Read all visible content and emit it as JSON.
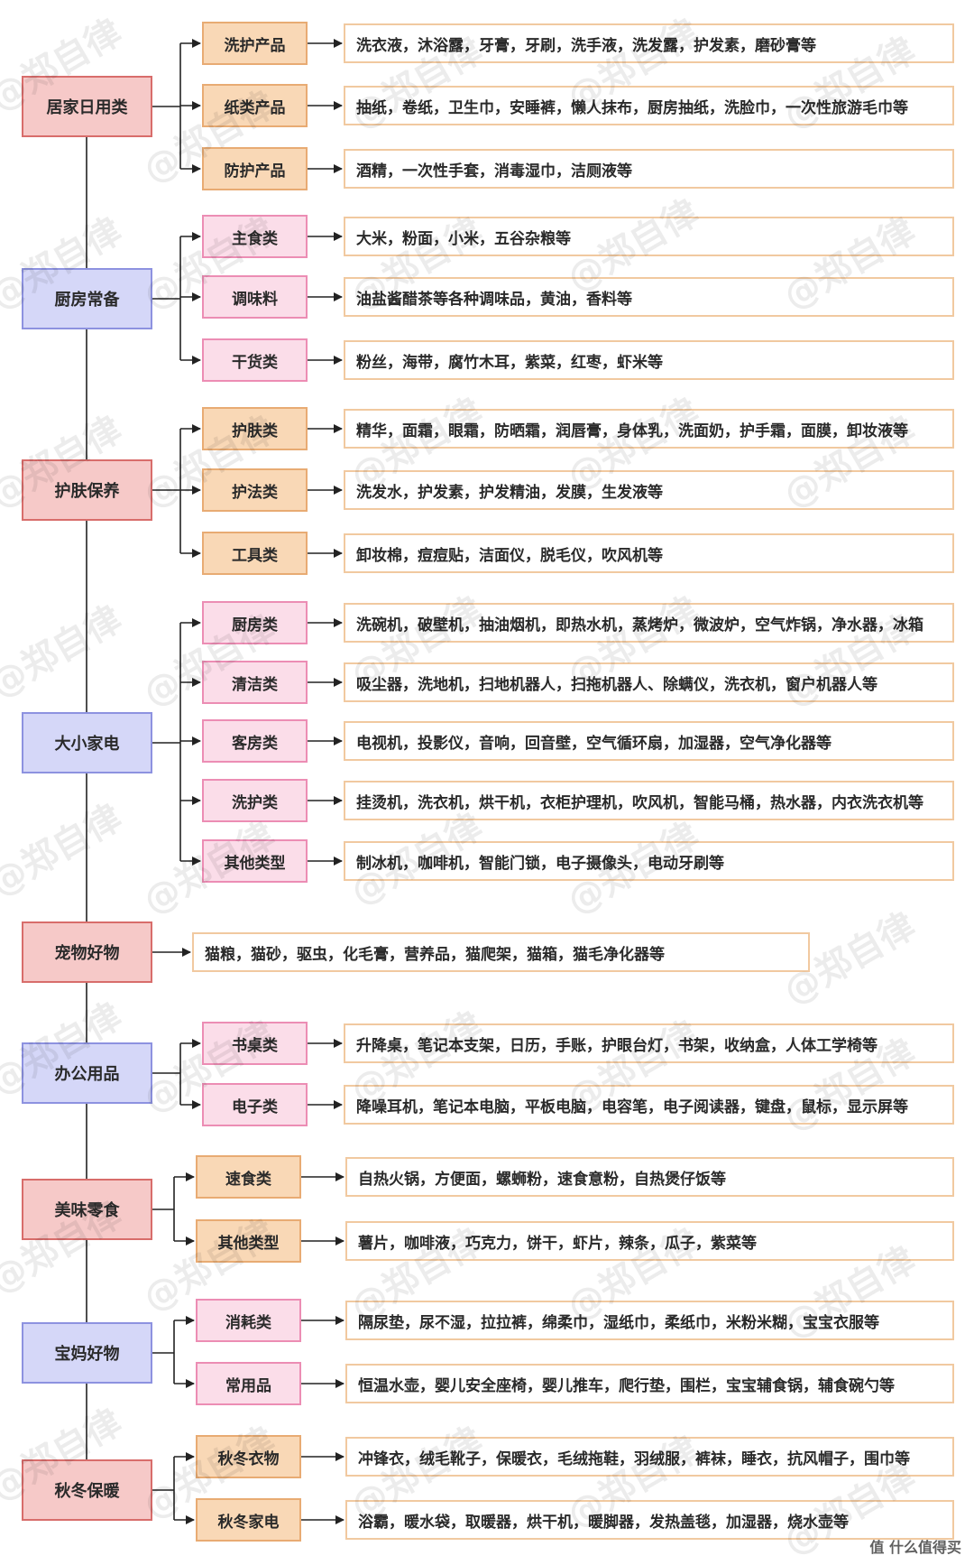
{
  "watermark": "@郑自律",
  "corner_watermark": "值 什么值得买",
  "colors": {
    "red_fill": "#f6c9c8",
    "red_border": "#d86d6b",
    "blue_fill": "#d5d7f8",
    "blue_border": "#8d92e0",
    "orange_fill": "#f9d8b6",
    "orange_border": "#e8ab73",
    "pink_fill": "#fbdde9",
    "pink_border": "#ec8db4",
    "item_border": "#f1c9a0",
    "line": "#222222"
  },
  "categories": [
    {
      "label": "居家日用类",
      "color": "red",
      "subs": [
        {
          "label": "洗护产品",
          "color": "orange",
          "items": "洗衣液，沐浴露，牙膏，牙刷，洗手液，洗发露，护发素，磨砂膏等"
        },
        {
          "label": "纸类产品",
          "color": "orange",
          "items": "抽纸，卷纸，卫生巾，安睡裤，懒人抹布，厨房抽纸，洗脸巾，一次性旅游毛巾等"
        },
        {
          "label": "防护产品",
          "color": "orange",
          "items": "酒精，一次性手套，消毒湿巾，洁厕液等"
        }
      ]
    },
    {
      "label": "厨房常备",
      "color": "blue",
      "subs": [
        {
          "label": "主食类",
          "color": "pink",
          "items": "大米，粉面，小米，五谷杂粮等"
        },
        {
          "label": "调味料",
          "color": "pink",
          "items": "油盐酱醋茶等各种调味品，黄油，香料等"
        },
        {
          "label": "干货类",
          "color": "pink",
          "items": "粉丝，海带，腐竹木耳，紫菜，红枣，虾米等"
        }
      ]
    },
    {
      "label": "护肤保养",
      "color": "red",
      "subs": [
        {
          "label": "护肤类",
          "color": "orange",
          "items": "精华，面霜，眼霜，防晒霜，润唇膏，身体乳，洗面奶，护手霜，面膜，卸妆液等"
        },
        {
          "label": "护法类",
          "color": "orange",
          "items": "洗发水，护发素，护发精油，发膜，生发液等"
        },
        {
          "label": "工具类",
          "color": "orange",
          "items": "卸妆棉，痘痘贴，洁面仪，脱毛仪，吹风机等"
        }
      ]
    },
    {
      "label": "大小家电",
      "color": "blue",
      "subs": [
        {
          "label": "厨房类",
          "color": "pink",
          "items": "洗碗机，破壁机，抽油烟机，即热水机，蒸烤炉，微波炉，空气炸锅，净水器，冰箱"
        },
        {
          "label": "清洁类",
          "color": "pink",
          "items": "吸尘器，洗地机，扫地机器人，扫拖机器人、除螨仪，洗衣机，窗户机器人等"
        },
        {
          "label": "客房类",
          "color": "pink",
          "items": "电视机，投影仪，音响，回音壁，空气循环扇，加湿器，空气净化器等"
        },
        {
          "label": "洗护类",
          "color": "pink",
          "items": "挂烫机，洗衣机，烘干机，衣柜护理机，吹风机，智能马桶，热水器，内衣洗衣机等"
        },
        {
          "label": "其他类型",
          "color": "pink",
          "items": "制冰机，咖啡机，智能门锁，电子摄像头，电动牙刷等"
        }
      ]
    },
    {
      "label": "宠物好物",
      "color": "red",
      "direct": "猫粮，猫砂，驱虫，化毛膏，营养品，猫爬架，猫箱，猫毛净化器等"
    },
    {
      "label": "办公用品",
      "color": "blue",
      "subs": [
        {
          "label": "书桌类",
          "color": "pink",
          "items": "升降桌，笔记本支架，日历，手账，护眼台灯，书架，收纳盒，人体工学椅等"
        },
        {
          "label": "电子类",
          "color": "pink",
          "items": "降噪耳机，笔记本电脑，平板电脑，电容笔，电子阅读器，键盘，鼠标，显示屏等"
        }
      ]
    },
    {
      "label": "美味零食",
      "color": "red",
      "subs": [
        {
          "label": "速食类",
          "color": "orange",
          "items": "自热火锅，方便面，螺蛳粉，速食意粉，自热煲仔饭等"
        },
        {
          "label": "其他类型",
          "color": "orange",
          "items": "薯片，咖啡液，巧克力，饼干，虾片，辣条，瓜子，紫菜等"
        }
      ]
    },
    {
      "label": "宝妈好物",
      "color": "blue",
      "subs": [
        {
          "label": "消耗类",
          "color": "pink",
          "items": "隔尿垫，尿不湿，拉拉裤，绵柔巾，湿纸巾，柔纸巾，米粉米糊，宝宝衣服等"
        },
        {
          "label": "常用品",
          "color": "pink",
          "items": "恒温水壶，婴儿安全座椅，婴儿推车，爬行垫，围栏，宝宝辅食锅，辅食碗勺等"
        }
      ]
    },
    {
      "label": "秋冬保暖",
      "color": "red",
      "subs": [
        {
          "label": "秋冬衣物",
          "color": "orange",
          "items": "冲锋衣，绒毛靴子，保暖衣，毛绒拖鞋，羽绒服，裤袜，睡衣，抗风帽子，围巾等"
        },
        {
          "label": "秋冬家电",
          "color": "orange",
          "items": "浴霸，暖水袋，取暖器，烘干机，暖脚器，发热盖毯，加湿器，烧水壶等"
        }
      ]
    }
  ]
}
